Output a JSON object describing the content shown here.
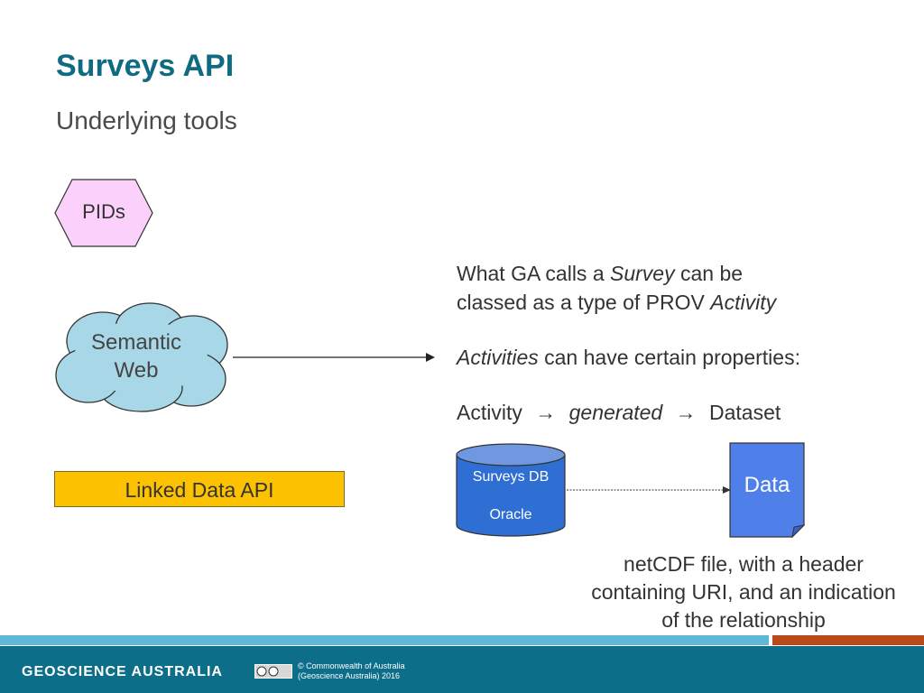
{
  "slide": {
    "title": "Surveys API",
    "subtitle": "Underlying tools"
  },
  "diagram": {
    "pids_label": "PIDs",
    "semantic_web_line1": "Semantic",
    "semantic_web_line2": "Web",
    "linked_data_api_label": "Linked Data API",
    "db_title": "Surveys DB",
    "db_subtitle": "Oracle",
    "data_label": "Data"
  },
  "info": {
    "line1_prefix": "What GA calls a ",
    "line1_em": "Survey",
    "line1_suffix": " can be",
    "line2_prefix": "classed as a type of PROV ",
    "line2_em": "Activity",
    "line3_em": "Activities",
    "line3_suffix": " can have certain properties:",
    "line4_a": "Activity",
    "line4_b": "generated",
    "line4_c": "Dataset",
    "arrow_glyph": "→"
  },
  "caption": {
    "line1": "netCDF file, with a header",
    "line2": "containing URI, and an indication",
    "line3": "of the relationship"
  },
  "footer": {
    "brand": "GEOSCIENCE AUSTRALIA",
    "copyright_line1": "© Commonwealth of Australia",
    "copyright_line2": "(Geoscience Australia) 2016",
    "license_icon": "cc-by-icon"
  },
  "colors": {
    "title": "#0f6a82",
    "pids_fill": "#fbd0fb",
    "cloud_fill": "#a8d8e8",
    "ldapi_fill": "#fcc200",
    "db_fill": "#2f6fd3",
    "data_fill": "#4f7fe8",
    "footer": "#0d6e8a",
    "stripe_light": "#5fb8d8",
    "stripe_orange": "#b94a1a"
  }
}
